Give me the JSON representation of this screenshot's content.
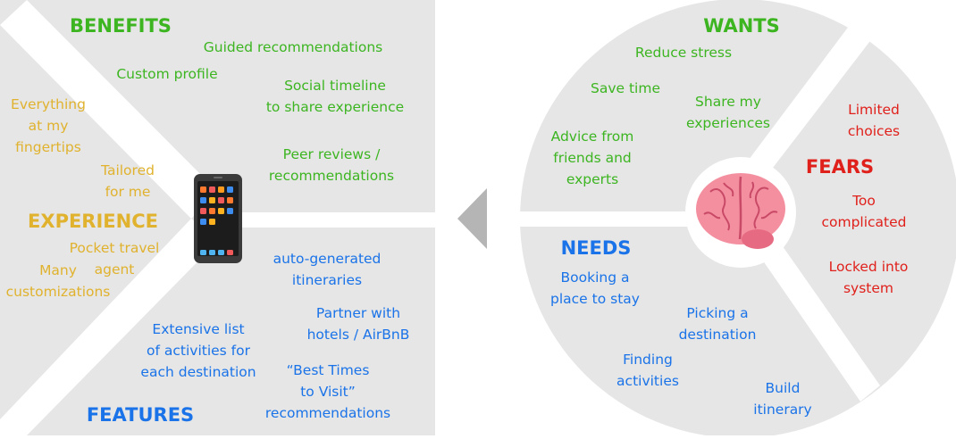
{
  "colors": {
    "benefits": "#3CB521",
    "experience": "#E0B22E",
    "features": "#1A73E8",
    "wants": "#3CB521",
    "fears": "#E0201B",
    "needs": "#1A73E8",
    "panel": "#E6E6E6",
    "arrow": "#B5B5B5"
  },
  "value_proposition": {
    "benefits": {
      "heading": "BENEFITS",
      "items": {
        "guided": "Guided recommendations",
        "profile": "Custom profile",
        "timeline": [
          "Social timeline",
          "to share experience"
        ],
        "reviews": [
          "Peer reviews /",
          "recommendations"
        ]
      }
    },
    "experience": {
      "heading": "EXPERIENCE",
      "items": {
        "fingertips": [
          "Everything",
          "at my",
          "fingertips"
        ],
        "tailored": [
          "Tailored",
          "for me"
        ],
        "agent": [
          "Pocket travel",
          "agent"
        ],
        "customizations": [
          "Many",
          "customizations"
        ]
      }
    },
    "features": {
      "heading": "FEATURES",
      "items": {
        "itineraries": [
          "auto-generated",
          "itineraries"
        ],
        "partner": [
          "Partner with",
          "hotels / AirBnB"
        ],
        "activities": [
          "Extensive list",
          "of activities for",
          "each destination"
        ],
        "best_times": [
          "“Best Times",
          "to Visit”",
          "recommendations"
        ]
      }
    }
  },
  "customer_profile": {
    "wants": {
      "heading": "WANTS",
      "items": {
        "stress": "Reduce stress",
        "save_time": "Save time",
        "share": [
          "Share my",
          "experiences"
        ],
        "advice": [
          "Advice from",
          "friends and",
          "experts"
        ]
      }
    },
    "fears": {
      "heading": "FEARS",
      "items": {
        "limited": [
          "Limited",
          "choices"
        ],
        "complicated": [
          "Too",
          "complicated"
        ],
        "locked": [
          "Locked into",
          "system"
        ]
      }
    },
    "needs": {
      "heading": "NEEDS",
      "items": {
        "booking": [
          "Booking a",
          "place to stay"
        ],
        "destination": [
          "Picking a",
          "destination"
        ],
        "finding": [
          "Finding",
          "activities"
        ],
        "build": [
          "Build",
          "itinerary"
        ]
      }
    }
  },
  "icons": {
    "phone": "smartphone-icon",
    "brain": "brain-icon",
    "arrow": "left-arrow-icon"
  }
}
